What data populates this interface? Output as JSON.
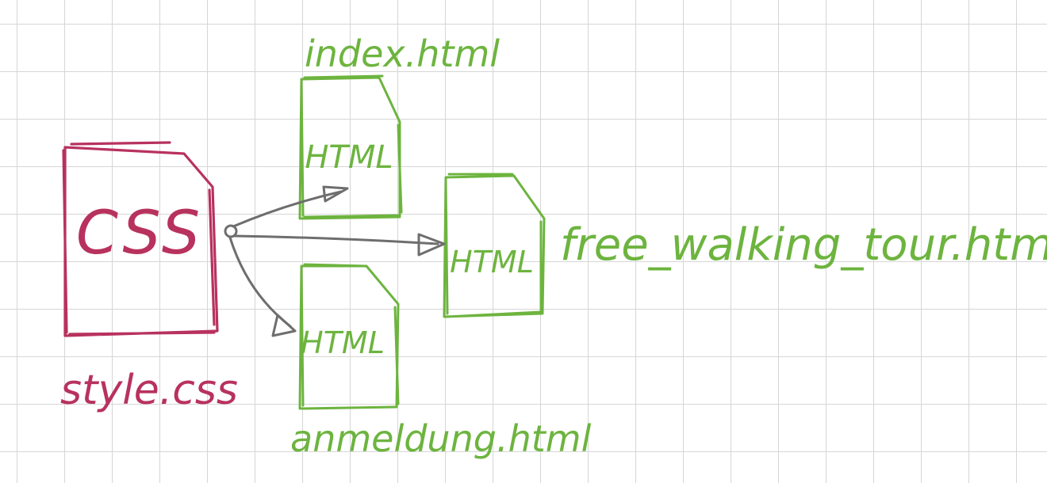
{
  "colors": {
    "css": "#b8325e",
    "html": "#6db43f",
    "arrow": "#6e6e6e",
    "grid": "#d6d6d6"
  },
  "files": {
    "css": {
      "inner_label": "CSS",
      "filename": "style.css"
    },
    "index": {
      "inner_label": "HTML",
      "filename": "index.html"
    },
    "free_walking_tour": {
      "inner_label": "HTML",
      "filename": "free_walking_tour.html"
    },
    "anmeldung": {
      "inner_label": "HTML",
      "filename": "anmeldung.html"
    }
  },
  "links": [
    {
      "from": "css",
      "to": "index"
    },
    {
      "from": "css",
      "to": "free_walking_tour"
    },
    {
      "from": "css",
      "to": "anmeldung"
    }
  ]
}
